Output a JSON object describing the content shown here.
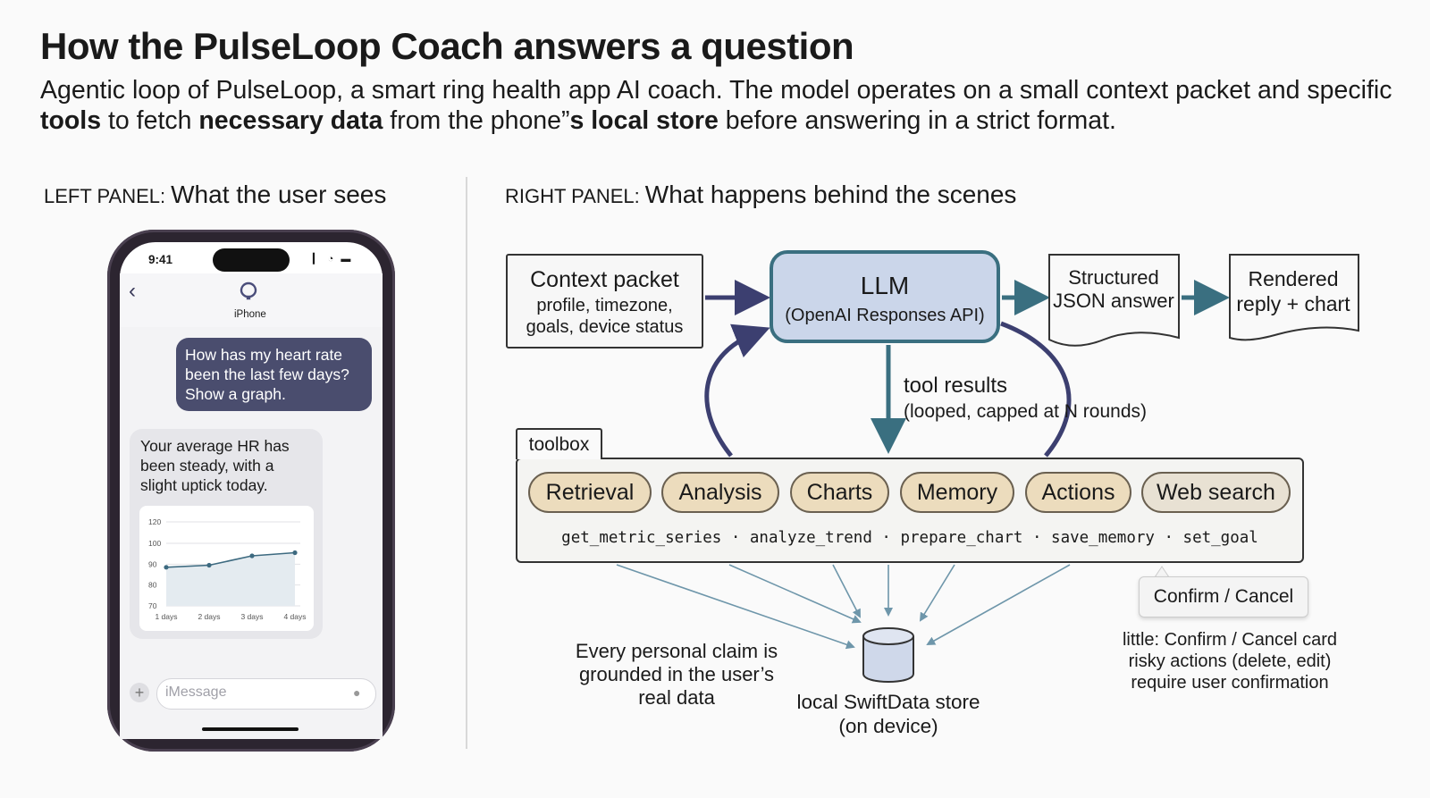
{
  "header": {
    "title": "How the PulseLoop Coach answers a question",
    "subtitle_parts": [
      "Agentic loop of PulseLoop, a smart ring health app AI coach. The model operates on a small context packet and specific ",
      "tools",
      " to fetch ",
      "necessary data",
      " from the phone”",
      "s local store",
      " before answering in a strict format."
    ]
  },
  "left_panel": {
    "prefix": "LEFT PANEL:",
    "heading": "What the user sees",
    "phone": {
      "status_time": "9:41",
      "status_icons": "▎ ◔ ▬",
      "back_icon": "‹",
      "contact_name": "iPhone",
      "user_message": "How has my heart rate been the last few days? Show a graph.",
      "bot_message": "Your average HR has been steady, with a slight uptick today.",
      "input_plus": "+",
      "input_placeholder": "iMessage",
      "mic_icon": "●"
    }
  },
  "right_panel": {
    "prefix": "RIGHT PANEL:",
    "heading": "What happens behind the scenes",
    "context_packet": {
      "title": "Context packet",
      "sub1": "profile, timezone,",
      "sub2": "goals, device status"
    },
    "llm": {
      "title": "LLM",
      "sub": "(OpenAI Responses API)"
    },
    "json_answer": "Structured JSON answer",
    "rendered": "Rendered reply + chart",
    "tool_results": "tool results",
    "tool_results_sub": "(looped, capped at N rounds)",
    "toolbox_label": "toolbox",
    "categories": [
      "Retrieval",
      "Analysis",
      "Charts",
      "Memory",
      "Actions",
      "Web search"
    ],
    "tool_names": "get_metric_series · analyze_trend · prepare_chart · save_memory · set_goal",
    "confirm_card": "Confirm / Cancel",
    "confirm_note": "little: Confirm / Cancel card risky actions (delete, edit) require user confirmation",
    "grounded_note": "Every personal claim is grounded in the user’s real data",
    "store_label": "local SwiftData store (on device)"
  },
  "colors": {
    "llm_fill": "#cbd6ea",
    "llm_border": "#3a6f80",
    "arrow_teal": "#3a6f80",
    "loop_navy": "#3c3f70",
    "pill_fill": "#ecdcbd",
    "user_bubble": "#4a4d6e"
  },
  "chart_data": {
    "type": "line",
    "categories": [
      "1 days",
      "2 days",
      "3 days",
      "4 days"
    ],
    "values": [
      88.5,
      89.5,
      94,
      95.5
    ],
    "ylim": [
      70,
      120
    ],
    "yticks": [
      70,
      80,
      90,
      100,
      120
    ],
    "area_fill": true,
    "grid": true
  }
}
